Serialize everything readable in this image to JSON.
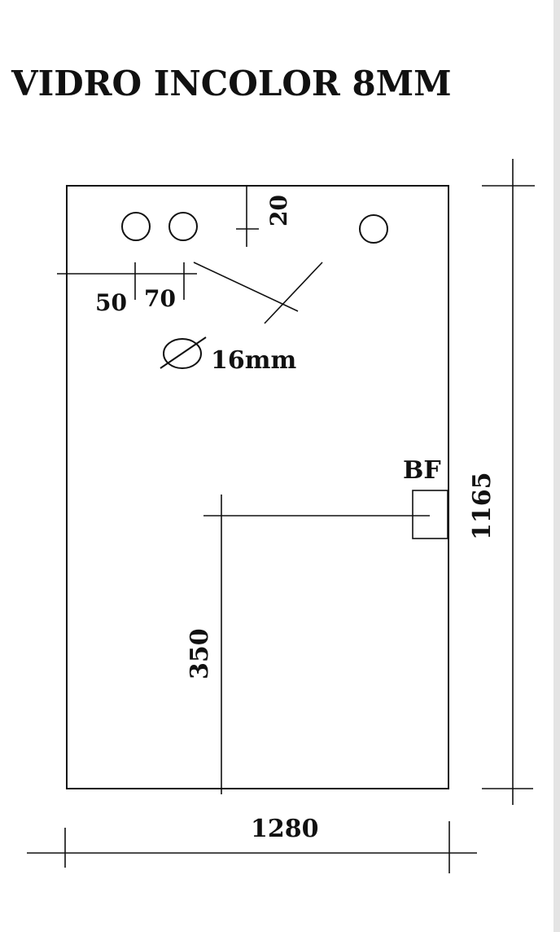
{
  "title": "VIDRO INCOLOR 8MM",
  "dimensions": {
    "width": "1280",
    "height": "1165",
    "top_offset": "20",
    "left_offset_1": "50",
    "left_offset_2": "70",
    "hole_diameter": "16mm",
    "bf_height": "350"
  },
  "labels": {
    "bf": "BF"
  },
  "colors": {
    "line": "#111111",
    "background": "#ffffff"
  }
}
